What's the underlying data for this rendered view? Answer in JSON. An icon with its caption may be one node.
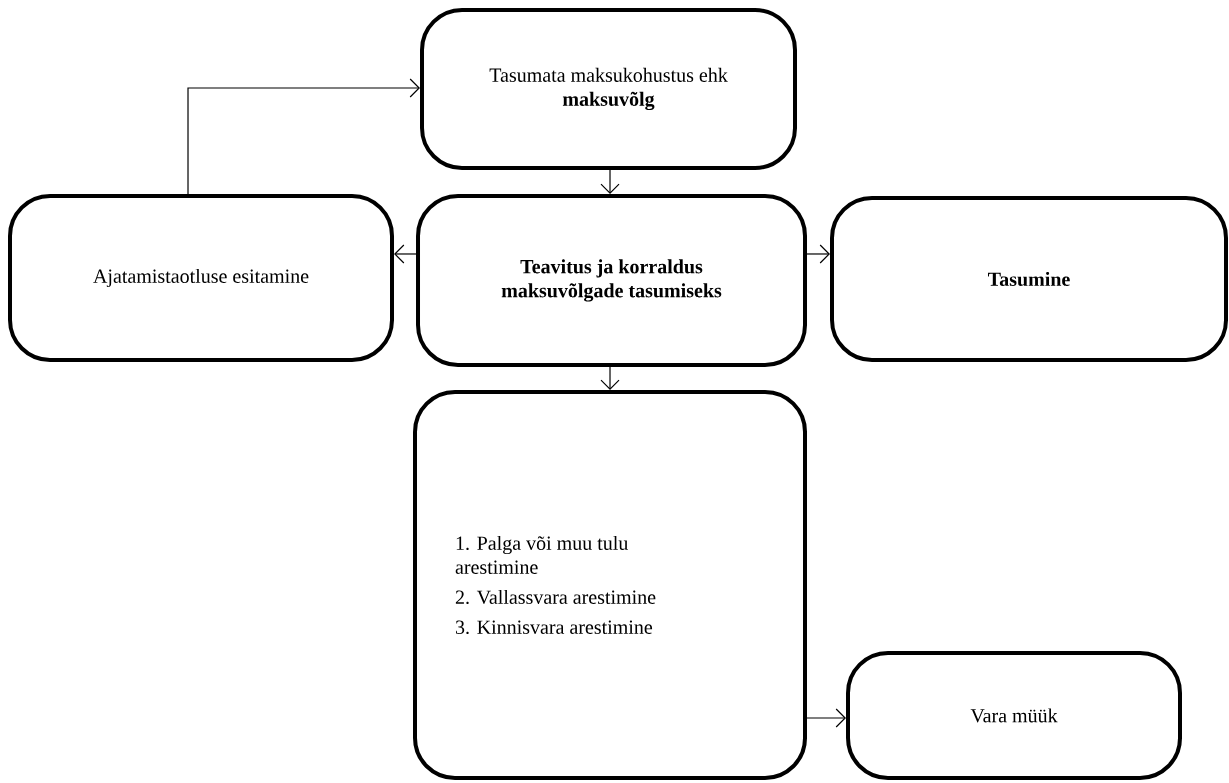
{
  "diagram": {
    "nodes": [
      {
        "text": [
          "Tasumata maksukohustus ehk **maksuvõlg**"
        ]
      },
      {
        "text": [
          "Teavitus ja korraldus maksuvõlgade tasumiseks"
        ]
      },
      {
        "text": [
          "Ajatamistaotluse esitamine"
        ]
      },
      {
        "text": [
          "Tasumine"
        ]
      },
      {
        "text": [
          "1. Palga või muu tulu arestimine",
          "2. Vallassvara arestimine",
          "3. Kinnisvara arestimine"
        ]
      },
      {
        "text": [
          "Vara müük"
        ]
      }
    ],
    "edges": [
      {
        "from": 0,
        "to": 1,
        "arrow": "to"
      },
      {
        "from": 1,
        "to": 2,
        "arrow": "to"
      },
      {
        "from": 1,
        "to": 3,
        "arrow": "to"
      },
      {
        "from": 1,
        "to": 4,
        "arrow": "to"
      },
      {
        "from": 4,
        "to": 5,
        "arrow": "to"
      },
      {
        "from": 2,
        "to": 0,
        "arrow": "to"
      }
    ]
  }
}
